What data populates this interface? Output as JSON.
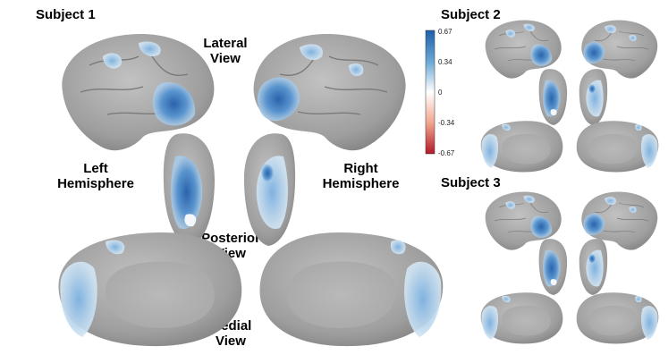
{
  "subjects": [
    {
      "title": "Subject 1"
    },
    {
      "title": "Subject 2"
    },
    {
      "title": "Subject 3"
    }
  ],
  "views": {
    "lateral": [
      "Lateral",
      "View"
    ],
    "posterior": [
      "Posterior",
      "View"
    ],
    "medial": [
      "Medial",
      "View"
    ]
  },
  "hemispheres": {
    "left": [
      "Left",
      "Hemisphere"
    ],
    "right": [
      "Right",
      "Hemisphere"
    ]
  },
  "colorbar": {
    "ticks": [
      "0.67",
      "0.34",
      "0",
      "-0.34",
      "-0.67"
    ],
    "max": 0.67,
    "min": -0.67,
    "colors": {
      "positive_max": "#1f5fa8",
      "neutral": "#ffffff",
      "negative_max": "#b2182b"
    }
  },
  "colors": {
    "brain_fill": "#9a9a9a",
    "brain_light": "#bdbdbd",
    "medial_wall": "#b4b4b4",
    "activation_strong": "#2f6fb3",
    "activation_light": "#a9cbe8"
  }
}
